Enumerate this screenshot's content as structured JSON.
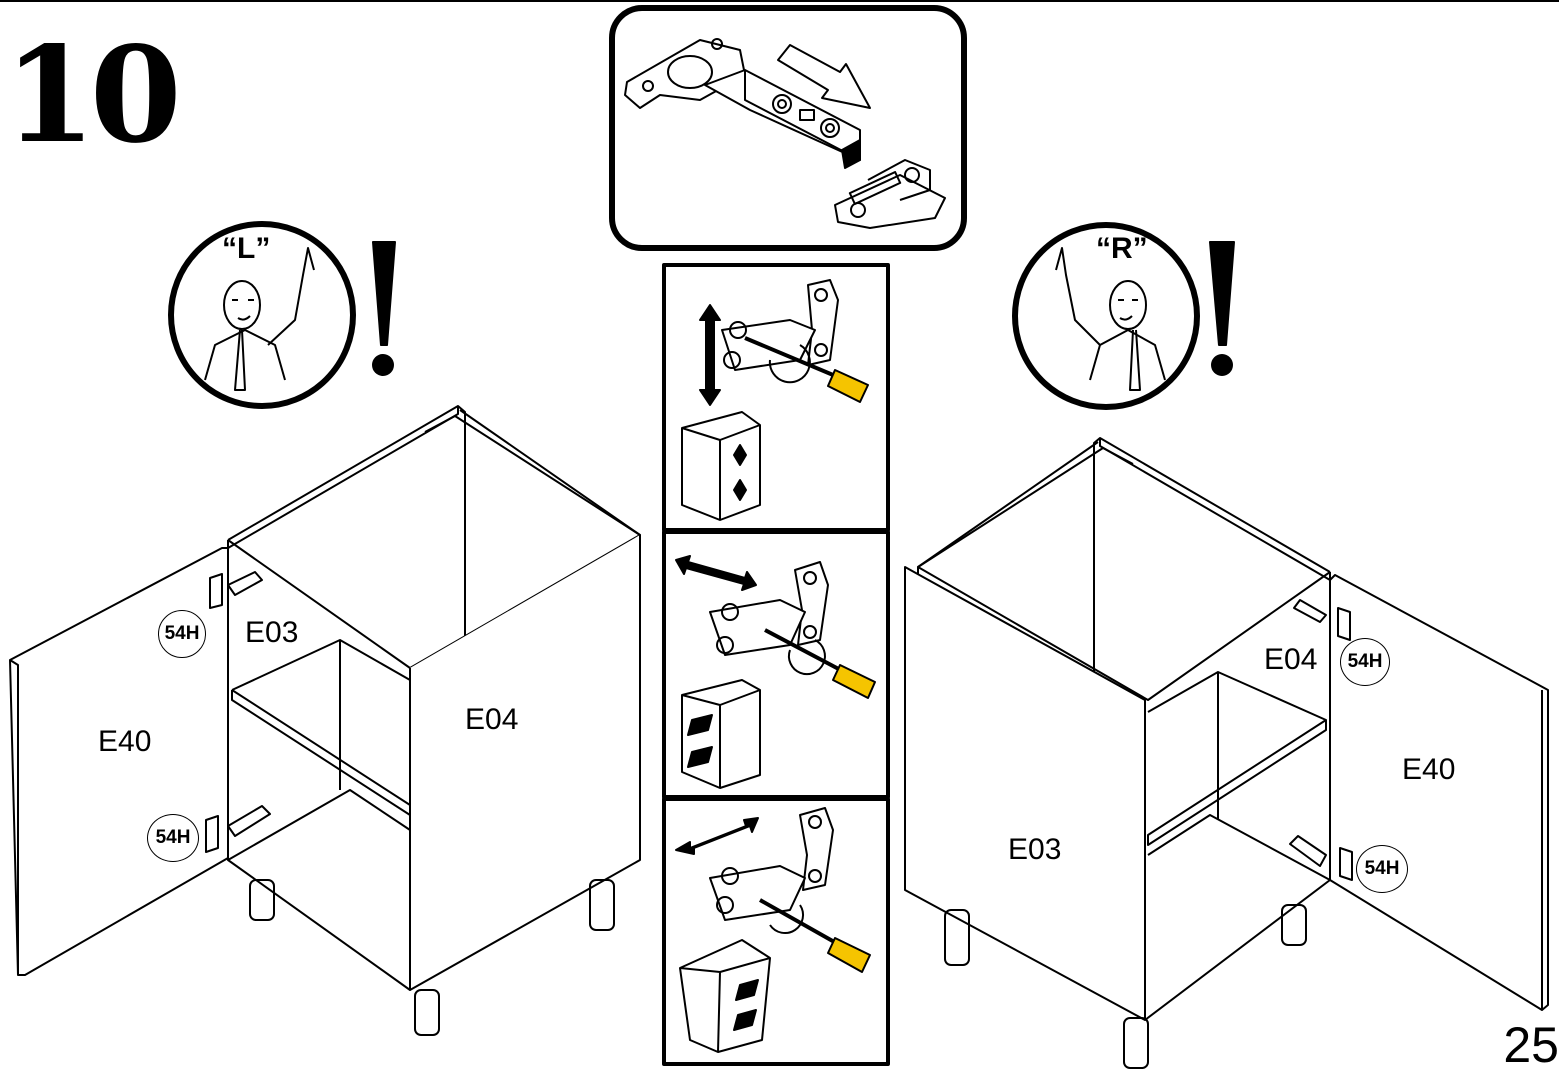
{
  "step_number": "10",
  "page_number": "25",
  "warnings": {
    "left": "“L”",
    "right": "“R”"
  },
  "left_cabinet": {
    "door_label": "E40",
    "inner_side_label": "E03",
    "outer_side_label": "E04",
    "hinge_top": "54H",
    "hinge_bottom": "54H"
  },
  "right_cabinet": {
    "door_label": "E40",
    "inner_side_label": "E04",
    "outer_side_label": "E03",
    "hinge_top": "54H",
    "hinge_bottom": "54H"
  },
  "icons": [
    "hinge-clip-icon",
    "direction-arrow-icon",
    "screwdriver-icon",
    "door-adjust-icon",
    "pointing-man-icon",
    "exclamation-icon"
  ]
}
